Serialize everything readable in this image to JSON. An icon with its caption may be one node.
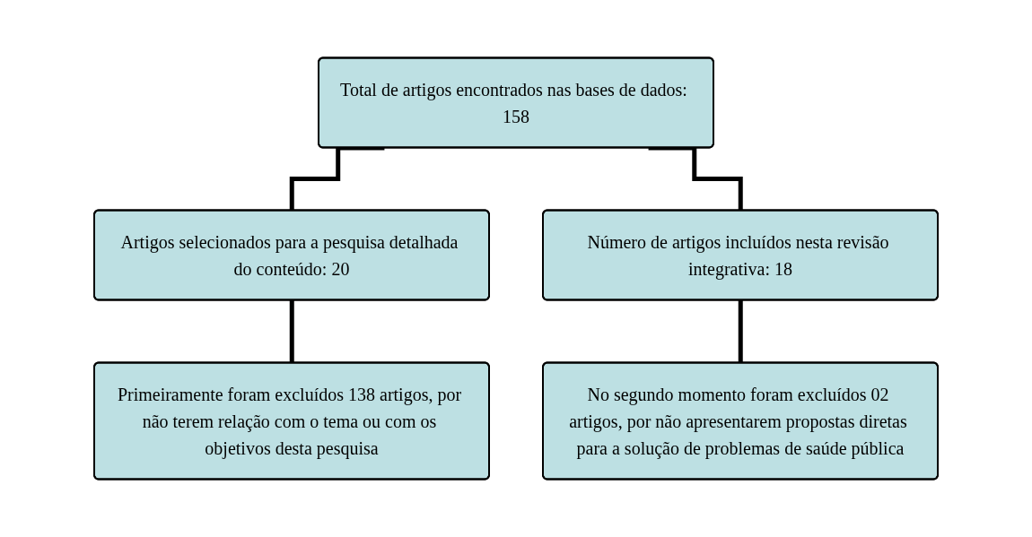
{
  "diagram": {
    "nodes": [
      {
        "text": [
          "Total de artigos encontrados nas bases de dados: 158"
        ]
      },
      {
        "text": [
          "Artigos selecionados para a pesquisa detalhada do conteúdo: 20"
        ]
      },
      {
        "text": [
          "Número de artigos incluídos nesta revisão integrativa: 18"
        ]
      },
      {
        "text": [
          "Primeiramente foram excluídos 138 artigos, por não terem relação com o tema ou com os objetivos desta pesquisa"
        ]
      },
      {
        "text": [
          "No segundo momento foram excluídos 02 artigos, por não apresentarem propostas diretas para a solução de problemas de saúde pública"
        ]
      }
    ],
    "edges": [
      {
        "from": 0,
        "to": 1,
        "arrow": "none"
      },
      {
        "from": 0,
        "to": 2,
        "arrow": "none"
      },
      {
        "from": 1,
        "to": 3,
        "arrow": "none"
      },
      {
        "from": 2,
        "to": 4,
        "arrow": "none"
      }
    ]
  }
}
